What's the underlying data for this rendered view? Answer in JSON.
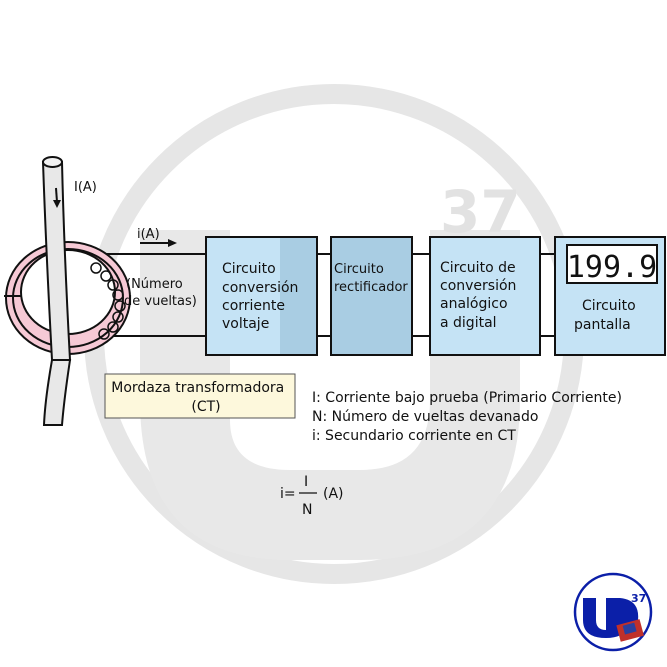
{
  "diagram": {
    "primary_current_label": "I(A)",
    "secondary_current_label": "i(A)",
    "turns_label": [
      "(Número",
      "de vueltas)"
    ],
    "clamp_label": [
      "Mordaza transformadora",
      "(CT)"
    ],
    "blocks": [
      {
        "lines": [
          "Circuito",
          "conversión",
          "corriente",
          "voltaje"
        ]
      },
      {
        "lines": [
          "Circuito",
          "rectificador"
        ]
      },
      {
        "lines": [
          "Circuito de",
          "conversión",
          "analógico",
          "a digital"
        ]
      },
      {
        "lines": [
          "Circuito",
          "pantalla"
        ]
      }
    ],
    "display_value": "199.9",
    "legend": [
      "I: Corriente bajo prueba (Primario Corriente)",
      "N: Número de vueltas devanado",
      "i: Secundario corriente en CT"
    ],
    "formula": {
      "lhs": "i=",
      "numerator": "I",
      "denominator": "N",
      "unit": "(A)"
    },
    "watermark_text": "37",
    "logo_text": "37"
  },
  "colors": {
    "block_fill": "#c5e3f5",
    "block_shade": "#a9cde3",
    "core": "#f6c9d5",
    "clamp_fill": "#fdf8dc",
    "watermark": "#e4e4e4",
    "logo_blue": "#0b1fa8"
  }
}
